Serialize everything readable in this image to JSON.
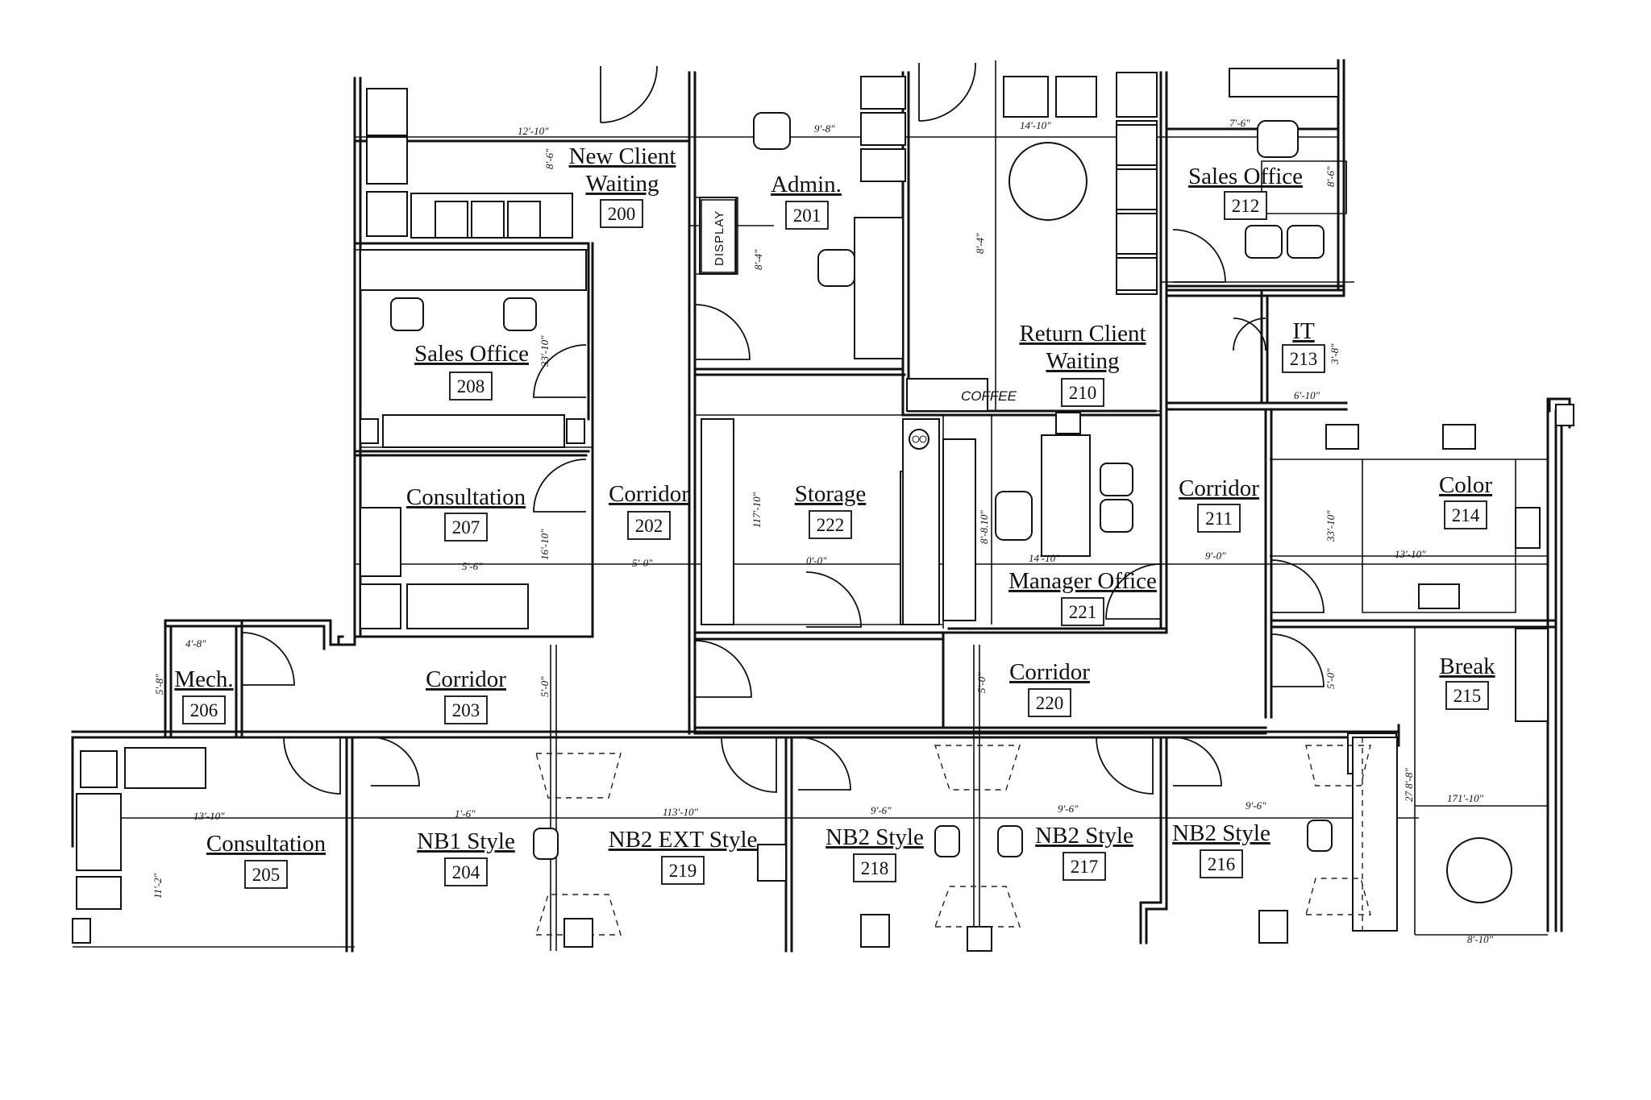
{
  "rooms": [
    {
      "id": "200",
      "name": "New Client",
      "name2": "Waiting"
    },
    {
      "id": "201",
      "name": "Admin."
    },
    {
      "id": "208",
      "name": "Sales Office"
    },
    {
      "id": "210",
      "name": "Return Client",
      "name2": "Waiting"
    },
    {
      "id": "212",
      "name": "Sales Office"
    },
    {
      "id": "213",
      "name": "IT"
    },
    {
      "id": "207",
      "name": "Consultation"
    },
    {
      "id": "202",
      "name": "Corridor"
    },
    {
      "id": "222",
      "name": "Storage"
    },
    {
      "id": "211",
      "name": "Corridor"
    },
    {
      "id": "214",
      "name": "Color"
    },
    {
      "id": "221",
      "name": "Manager Office"
    },
    {
      "id": "206",
      "name": "Mech."
    },
    {
      "id": "203",
      "name": "Corridor"
    },
    {
      "id": "220",
      "name": "Corridor"
    },
    {
      "id": "215",
      "name": "Break"
    },
    {
      "id": "205",
      "name": "Consultation"
    },
    {
      "id": "204",
      "name": "NB1 Style"
    },
    {
      "id": "219",
      "name": "NB2 EXT Style"
    },
    {
      "id": "218",
      "name": "NB2 Style"
    },
    {
      "id": "217",
      "name": "NB2 Style"
    },
    {
      "id": "216",
      "name": "NB2 Style"
    }
  ],
  "labels": {
    "display": "DISPLAY",
    "coffee": "COFFEE"
  },
  "dimensions": [
    "12'-10\"",
    "8'-6\"",
    "9'-8\"",
    "14'-10\"",
    "7'-6\"",
    "8'-6\"",
    "8'-4\"",
    "8'-4\"",
    "33'-10\"",
    "3'-8\"",
    "6'-10\"",
    "16'-10\"",
    "5'-6\"",
    "5'-0\"",
    "0'-0\"",
    "117'-10\"",
    "8'-8.10\"",
    "14'-10\"",
    "9'-0\"",
    "33'-10\"",
    "13'-10\"",
    "4'-8\"",
    "5'-8\"",
    "5'-0\"",
    "5'-0\"",
    "5'-0\"",
    "13'-10\"",
    "1'-6\"",
    "113'-10\"",
    "9'-6\"",
    "9'-6\"",
    "9'-6\"",
    "27 8'-8\"",
    "171'-10\"",
    "11'-2\"",
    "8'-10\""
  ]
}
